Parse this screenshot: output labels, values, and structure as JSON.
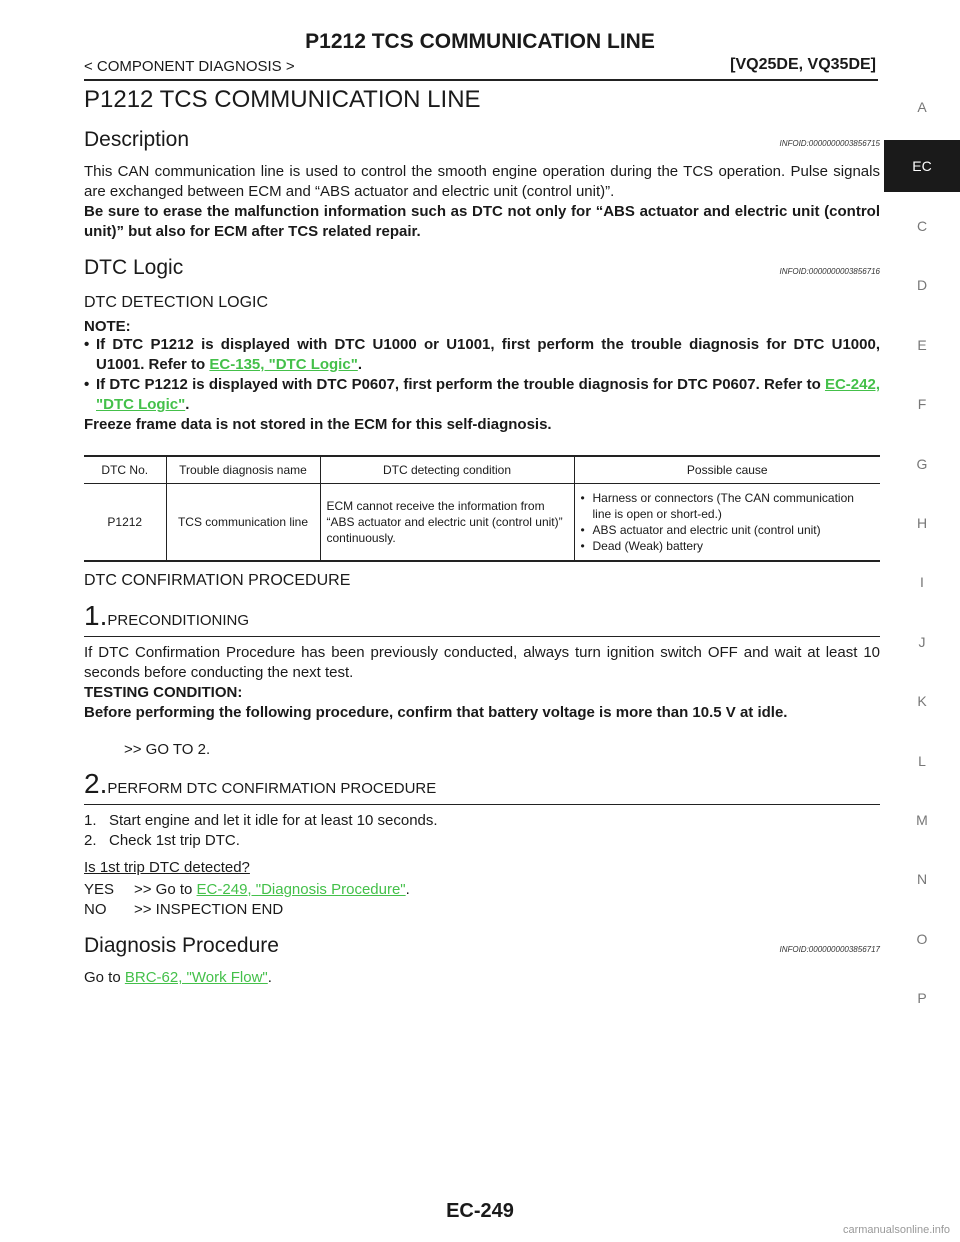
{
  "header": {
    "title": "P1212 TCS COMMUNICATION LINE",
    "left": "< COMPONENT DIAGNOSIS >",
    "right": "[VQ25DE, VQ35DE]"
  },
  "sidebar": {
    "tabs": [
      "A",
      "EC",
      "C",
      "D",
      "E",
      "F",
      "G",
      "H",
      "I",
      "J",
      "K",
      "L",
      "M",
      "N",
      "O",
      "P"
    ],
    "active": "EC"
  },
  "main_title": "P1212 TCS COMMUNICATION LINE",
  "description": {
    "heading": "Description",
    "infoid": "INFOID:0000000003856715",
    "text": "This CAN communication line is used to control the smooth engine operation during the TCS operation. Pulse signals are exchanged between ECM and “ABS actuator and electric unit (control unit)”.",
    "bold_text": "Be sure to erase the malfunction information such as DTC not only for “ABS actuator and electric unit (control unit)” but also for ECM after TCS related repair."
  },
  "dtc_logic": {
    "heading": "DTC Logic",
    "infoid": "INFOID:0000000003856716",
    "detection_heading": "DTC DETECTION LOGIC",
    "note_label": "NOTE:",
    "notes": [
      {
        "text": "If DTC P1212 is displayed with DTC U1000 or U1001, first perform the trouble diagnosis for DTC U1000, U1001. Refer to ",
        "link": "EC-135, \"DTC Logic\"",
        "end": "."
      },
      {
        "text": "If DTC P1212 is displayed with DTC P0607, first perform the trouble diagnosis for DTC P0607. Refer to ",
        "link": "EC-242, \"DTC Logic\"",
        "end": "."
      }
    ],
    "freeze_note": "Freeze frame data is not stored in the ECM for this self-diagnosis.",
    "table": {
      "headers": [
        "DTC No.",
        "Trouble diagnosis name",
        "DTC detecting condition",
        "Possible cause"
      ],
      "row": {
        "dtc_no": "P1212",
        "name": "TCS communication line",
        "condition": "ECM cannot receive the information from “ABS actuator and electric unit (control unit)” continuously.",
        "causes": [
          "Harness or connectors (The CAN communication line is open or short-ed.)",
          "ABS actuator and electric unit (control unit)",
          "Dead (Weak) battery"
        ]
      }
    }
  },
  "confirmation": {
    "heading": "DTC CONFIRMATION PROCEDURE",
    "step1": {
      "num": "1.",
      "title": "PRECONDITIONING",
      "text": "If DTC Confirmation Procedure has been previously conducted, always turn ignition switch OFF and wait at least 10 seconds before conducting the next test.",
      "testing_label": "TESTING CONDITION:",
      "testing_text": "Before performing the following procedure, confirm that battery voltage is more than 10.5 V at idle.",
      "goto": ">> GO TO 2."
    },
    "step2": {
      "num": "2.",
      "title": "PERFORM DTC CONFIRMATION PROCEDURE",
      "items": [
        "1.   Start engine and let it idle for at least 10 seconds.",
        "2.   Check 1st trip DTC."
      ],
      "question": "Is 1st trip DTC detected?",
      "yes_key": "YES",
      "yes_text": ">> Go to ",
      "yes_link": "EC-249, \"Diagnosis Procedure\"",
      "no_key": "NO",
      "no_text": ">> INSPECTION END"
    }
  },
  "diagnosis": {
    "heading": "Diagnosis Procedure",
    "infoid": "INFOID:0000000003856717",
    "text": "Go to ",
    "link": "BRC-62, \"Work Flow\"",
    "end": "."
  },
  "footer": {
    "page": "EC-249",
    "watermark": "carmanualsonline.info"
  }
}
